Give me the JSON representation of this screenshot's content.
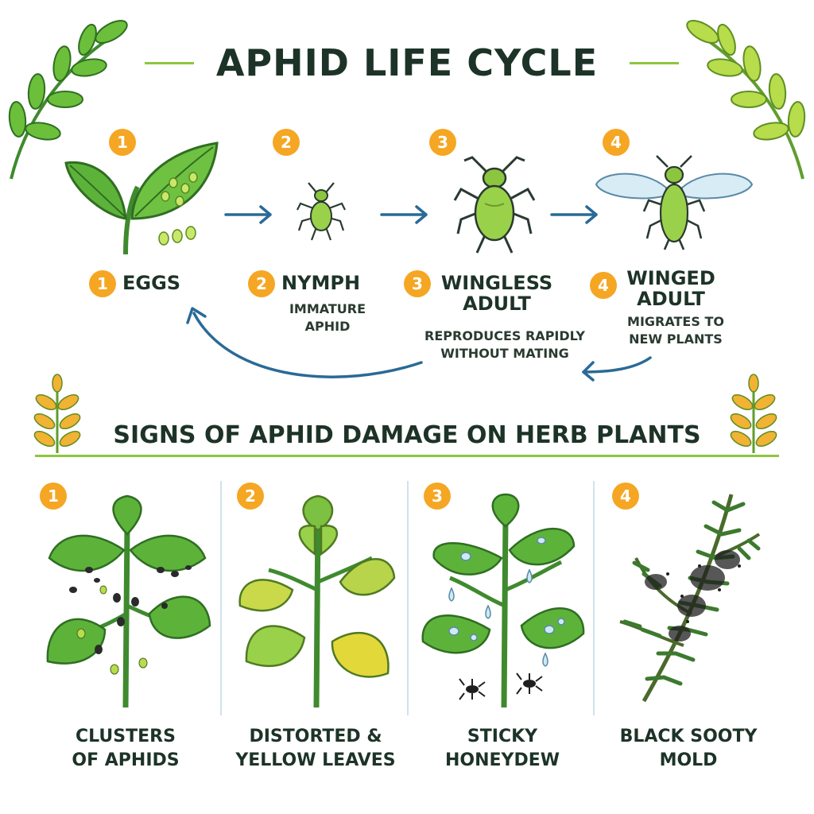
{
  "title": "APHID LIFE CYCLE",
  "stages": [
    {
      "number": "1",
      "label": "EGGS",
      "description": ""
    },
    {
      "number": "2",
      "label": "NYMPH",
      "description": "IMMATURE APHID"
    },
    {
      "number": "3",
      "label": "WINGLESS ADULT",
      "description": "REPRODUCES RAPIDLY WITHOUT MATING"
    },
    {
      "number": "4",
      "label": "WINGED ADULT",
      "description": "MIGRATES TO NEW PLANTS"
    }
  ],
  "damage_title": "SIGNS OF APHID DAMAGE ON HERB PLANTS",
  "damage_signs": [
    {
      "number": "1",
      "caption_line1": "CLUSTERS",
      "caption_line2": "OF APHIDS"
    },
    {
      "number": "2",
      "caption_line1": "DISTORTED &",
      "caption_line2": "YELLOW LEAVES"
    },
    {
      "number": "3",
      "caption_line1": "STICKY",
      "caption_line2": "HONEYDEW"
    },
    {
      "number": "4",
      "caption_line1": "BLACK SOOTY",
      "caption_line2": "MOLD"
    }
  ],
  "colors": {
    "badge": "#f5a623",
    "accent_green": "#8cc63f",
    "arrow_blue": "#2a6a96",
    "title_text": "#1d3328"
  }
}
